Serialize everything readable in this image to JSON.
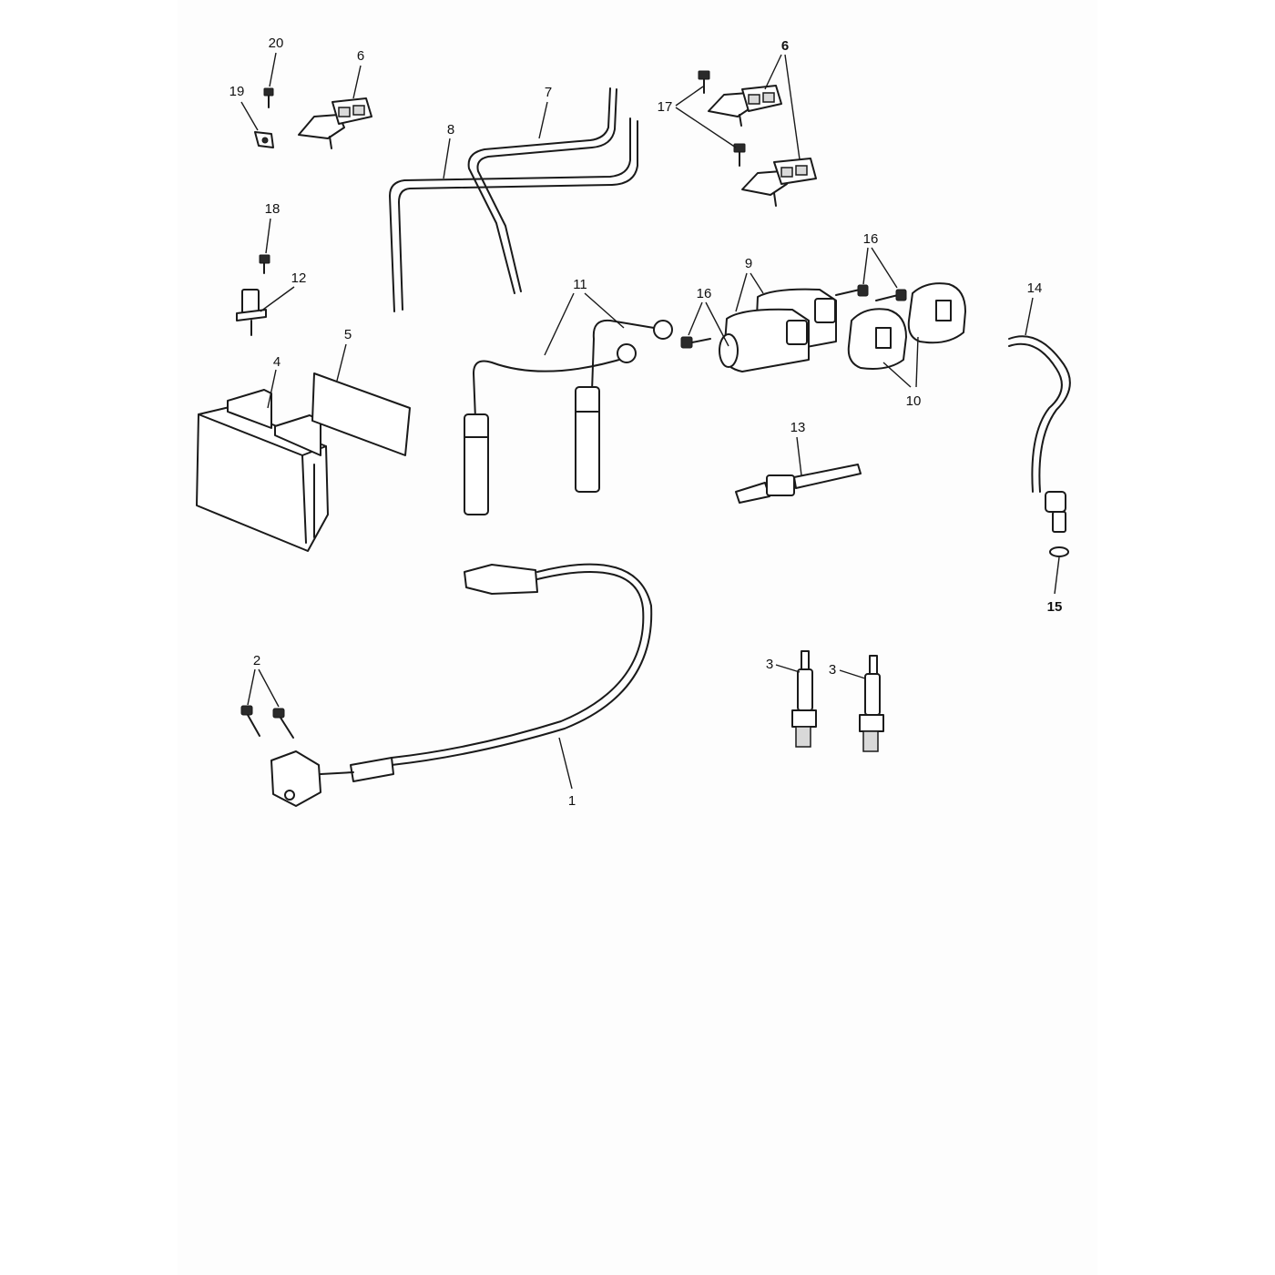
{
  "callouts": [
    {
      "id": "c20",
      "text": "20"
    },
    {
      "id": "c6a",
      "text": "6"
    },
    {
      "id": "c19",
      "text": "19"
    },
    {
      "id": "c7",
      "text": "7"
    },
    {
      "id": "c8",
      "text": "8"
    },
    {
      "id": "c6b",
      "text": "6"
    },
    {
      "id": "c17",
      "text": "17"
    },
    {
      "id": "c18",
      "text": "18"
    },
    {
      "id": "c12",
      "text": "12"
    },
    {
      "id": "c16a",
      "text": "16"
    },
    {
      "id": "c9",
      "text": "9"
    },
    {
      "id": "c16b",
      "text": "16"
    },
    {
      "id": "c11",
      "text": "11"
    },
    {
      "id": "c14",
      "text": "14"
    },
    {
      "id": "c5",
      "text": "5"
    },
    {
      "id": "c4",
      "text": "4"
    },
    {
      "id": "c10",
      "text": "10"
    },
    {
      "id": "c13",
      "text": "13"
    },
    {
      "id": "c15",
      "text": "15"
    },
    {
      "id": "c2",
      "text": "2"
    },
    {
      "id": "c3a",
      "text": "3"
    },
    {
      "id": "c3b",
      "text": "3"
    },
    {
      "id": "c1",
      "text": "1"
    }
  ]
}
